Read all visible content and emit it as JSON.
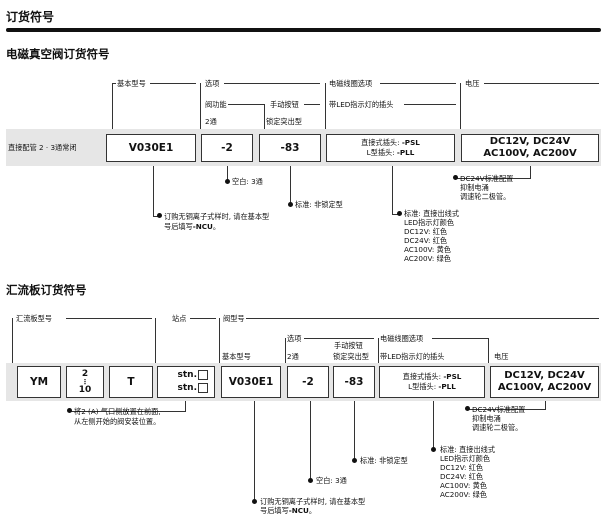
{
  "header": {
    "title": "订货符号"
  },
  "s1": {
    "title": "电磁真空阀订货符号",
    "labels": {
      "basic": "基本型号",
      "option": "选项",
      "coil": "电磁线圈选项",
      "voltage": "电压",
      "valve_func": "阀功能",
      "manual": "手动按钮",
      "two_way": "2通",
      "lock": "锁定突出型",
      "led": "带LED指示灯的插头"
    },
    "row_label": "直接配管 2 · 3通常闭",
    "boxes": {
      "model": "V030E1",
      "opt": "-2",
      "manual": "-83",
      "coil_1": "直接式插头: ",
      "coil_1b": "-PSL",
      "coil_2": "L型插头: ",
      "coil_2b": "-PLL",
      "volt_1": "DC12V, DC24V",
      "volt_2": "AC100V, AC200V"
    },
    "notes": {
      "blank": "空白: 3通",
      "std": "标准: 非锁定型",
      "ncu_1": "订购无铜离子式样时, 请在基本型",
      "ncu_2a": "号后填写",
      "ncu_2b": "-NCU",
      "ncu_2c": "。",
      "dc_1": "DC24V标准配置",
      "dc_2": "抑制电涌",
      "dc_3": "调速轮二极管。",
      "led_1": "标准: 直接出线式",
      "led_2": "LED指示灯颜色",
      "led_3": "DC12V:  红色",
      "led_4": "DC24V:  红色",
      "led_5": "AC100V:  黄色",
      "led_6": "AC200V:  绿色"
    }
  },
  "s2": {
    "title": "汇流板订货符号",
    "labels": {
      "manifold": "汇流板型号",
      "station": "站点",
      "valve_model": "阀型号",
      "basic": "基本型号",
      "option": "选项",
      "two_way": "2通",
      "manual_1": "手动按钮",
      "manual_2": "锁定突出型",
      "coil": "电磁线圈选项",
      "led": "带LED指示灯的插头",
      "voltage": "电压"
    },
    "boxes": {
      "ym": "YM",
      "n_top": "2",
      "n_mid": "⋮",
      "n_bot": "10",
      "t": "T",
      "stn": "stn.",
      "model": "V030E1",
      "opt": "-2",
      "manual": "-83",
      "coil_1": "直接式插头: ",
      "coil_1b": "-PSL",
      "coil_2": "L型插头: ",
      "coil_2b": "-PLL",
      "volt_1": "DC12V, DC24V",
      "volt_2": "AC100V, AC200V"
    },
    "notes": {
      "two_1": "将2 (A) 气口侧放置在前面,",
      "two_2": "从左侧开始的阀安装位置。",
      "dc_1": "DC24V标准配置",
      "dc_2": "抑制电涌",
      "dc_3": "调速轮二极管。",
      "led_1": "标准: 直接出线式",
      "led_2": "LED指示灯颜色",
      "led_3": "DC12V:  红色",
      "led_4": "DC24V:  红色",
      "led_5": "AC100V:  黄色",
      "led_6": "AC200V:  绿色",
      "std": "标准: 非锁定型",
      "blank": "空白: 3通",
      "ncu_1": "订购无铜离子式样时, 请在基本型",
      "ncu_2a": "号后填写",
      "ncu_2b": "-NCU",
      "ncu_2c": "。"
    }
  }
}
